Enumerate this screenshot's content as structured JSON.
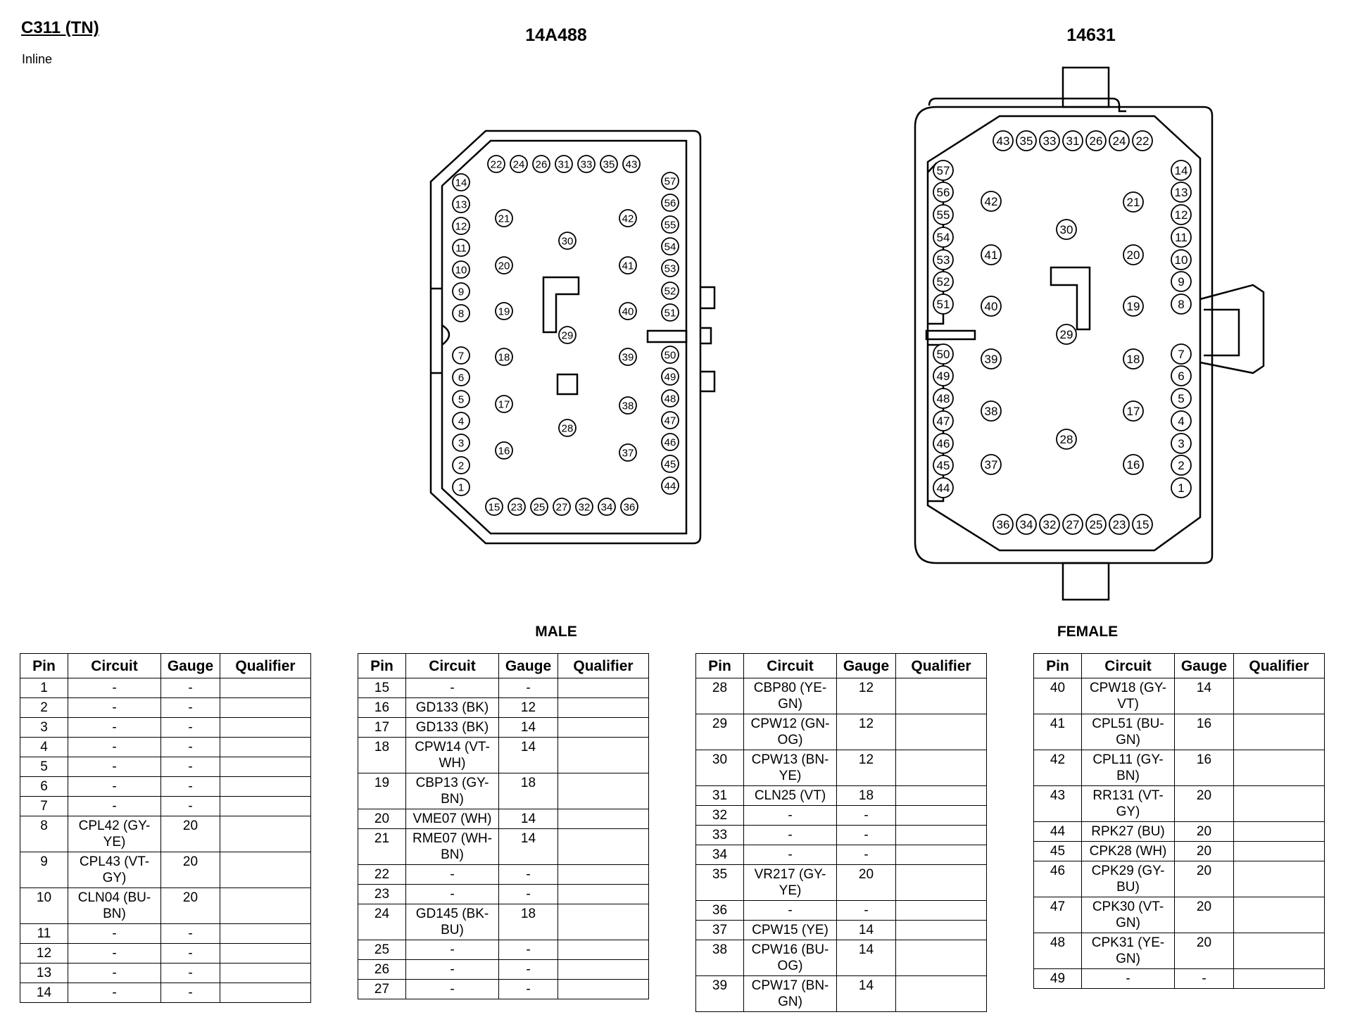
{
  "header": {
    "title": "C311 (TN)",
    "subtitle": "Inline"
  },
  "connectors": {
    "male": {
      "part": "14A488",
      "label": "MALE"
    },
    "female": {
      "part": "14631",
      "label": "FEMALE"
    }
  },
  "table_headers": {
    "pin": "Pin",
    "circuit": "Circuit",
    "gauge": "Gauge",
    "qualifier": "Qualifier"
  },
  "tables": [
    [
      [
        "1",
        "-",
        "-",
        ""
      ],
      [
        "2",
        "-",
        "-",
        ""
      ],
      [
        "3",
        "-",
        "-",
        ""
      ],
      [
        "4",
        "-",
        "-",
        ""
      ],
      [
        "5",
        "-",
        "-",
        ""
      ],
      [
        "6",
        "-",
        "-",
        ""
      ],
      [
        "7",
        "-",
        "-",
        ""
      ],
      [
        "8",
        "CPL42 (GY-YE)",
        "20",
        ""
      ],
      [
        "9",
        "CPL43 (VT-GY)",
        "20",
        ""
      ],
      [
        "10",
        "CLN04 (BU-BN)",
        "20",
        ""
      ],
      [
        "11",
        "-",
        "-",
        ""
      ],
      [
        "12",
        "-",
        "-",
        ""
      ],
      [
        "13",
        "-",
        "-",
        ""
      ],
      [
        "14",
        "-",
        "-",
        ""
      ]
    ],
    [
      [
        "15",
        "-",
        "-",
        ""
      ],
      [
        "16",
        "GD133 (BK)",
        "12",
        ""
      ],
      [
        "17",
        "GD133 (BK)",
        "14",
        ""
      ],
      [
        "18",
        "CPW14 (VT-WH)",
        "14",
        ""
      ],
      [
        "19",
        "CBP13 (GY-BN)",
        "18",
        ""
      ],
      [
        "20",
        "VME07 (WH)",
        "14",
        ""
      ],
      [
        "21",
        "RME07 (WH-BN)",
        "14",
        ""
      ],
      [
        "22",
        "-",
        "-",
        ""
      ],
      [
        "23",
        "-",
        "-",
        ""
      ],
      [
        "24",
        "GD145 (BK-BU)",
        "18",
        ""
      ],
      [
        "25",
        "-",
        "-",
        ""
      ],
      [
        "26",
        "-",
        "-",
        ""
      ],
      [
        "27",
        "-",
        "-",
        ""
      ]
    ],
    [
      [
        "28",
        "CBP80 (YE-GN)",
        "12",
        ""
      ],
      [
        "29",
        "CPW12 (GN-OG)",
        "12",
        ""
      ],
      [
        "30",
        "CPW13 (BN-YE)",
        "12",
        ""
      ],
      [
        "31",
        "CLN25 (VT)",
        "18",
        ""
      ],
      [
        "32",
        "-",
        "-",
        ""
      ],
      [
        "33",
        "-",
        "-",
        ""
      ],
      [
        "34",
        "-",
        "-",
        ""
      ],
      [
        "35",
        "VR217 (GY-YE)",
        "20",
        ""
      ],
      [
        "36",
        "-",
        "-",
        ""
      ],
      [
        "37",
        "CPW15 (YE)",
        "14",
        ""
      ],
      [
        "38",
        "CPW16 (BU-OG)",
        "14",
        ""
      ],
      [
        "39",
        "CPW17 (BN-GN)",
        "14",
        ""
      ]
    ],
    [
      [
        "40",
        "CPW18 (GY-VT)",
        "14",
        ""
      ],
      [
        "41",
        "CPL51 (BU-GN)",
        "16",
        ""
      ],
      [
        "42",
        "CPL11 (GY-BN)",
        "16",
        ""
      ],
      [
        "43",
        "RR131 (VT-GY)",
        "20",
        ""
      ],
      [
        "44",
        "RPK27 (BU)",
        "20",
        ""
      ],
      [
        "45",
        "CPK28 (WH)",
        "20",
        ""
      ],
      [
        "46",
        "CPK29 (GY-BU)",
        "20",
        ""
      ],
      [
        "47",
        "CPK30 (VT-GN)",
        "20",
        ""
      ],
      [
        "48",
        "CPK31 (YE-GN)",
        "20",
        ""
      ],
      [
        "49",
        "-",
        "-",
        ""
      ]
    ]
  ],
  "male_pins": [
    "1",
    "2",
    "3",
    "4",
    "5",
    "6",
    "7",
    "8",
    "9",
    "10",
    "11",
    "12",
    "13",
    "14",
    "15",
    "16",
    "17",
    "18",
    "19",
    "20",
    "21",
    "22",
    "23",
    "24",
    "25",
    "26",
    "27",
    "28",
    "29",
    "30",
    "31",
    "32",
    "33",
    "34",
    "35",
    "36",
    "37",
    "38",
    "39",
    "40",
    "41",
    "42",
    "43",
    "44",
    "45",
    "46",
    "47",
    "48",
    "49",
    "50",
    "51",
    "52",
    "53",
    "54",
    "55",
    "56",
    "57"
  ],
  "female_pins": [
    "1",
    "2",
    "3",
    "4",
    "5",
    "6",
    "7",
    "8",
    "9",
    "10",
    "11",
    "12",
    "13",
    "14",
    "15",
    "16",
    "17",
    "18",
    "19",
    "20",
    "21",
    "22",
    "23",
    "24",
    "25",
    "26",
    "27",
    "28",
    "29",
    "30",
    "31",
    "32",
    "33",
    "34",
    "35",
    "36",
    "37",
    "38",
    "39",
    "40",
    "41",
    "42",
    "43",
    "44",
    "45",
    "46",
    "47",
    "48",
    "49",
    "50",
    "51",
    "52",
    "53",
    "54",
    "55",
    "56",
    "57"
  ]
}
